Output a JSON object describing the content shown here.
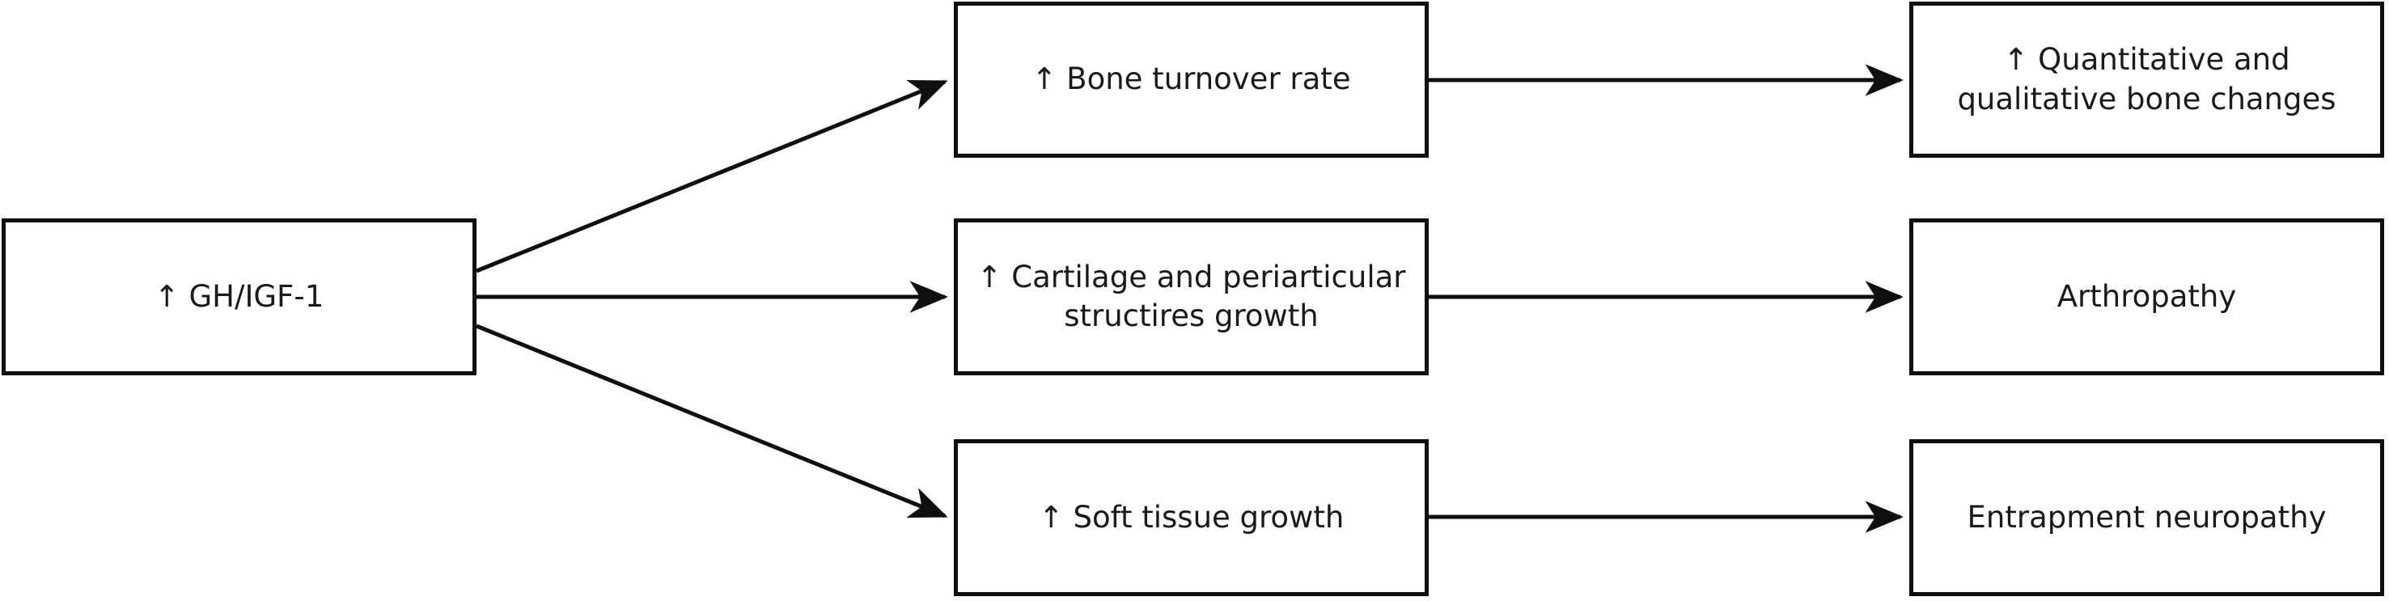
{
  "diagram": {
    "background_color": "#ffffff",
    "line_color": "#0f0f0f",
    "text_color": "#1a1a1a",
    "nodes": {
      "source": {
        "id": "gh-igf1",
        "lines": [
          "↑ GH/IGF-1"
        ]
      },
      "mid_top": {
        "id": "bone-turnover-rate",
        "lines": [
          "↑ Bone turnover rate"
        ]
      },
      "mid_center": {
        "id": "cartilage-periarticular-growth",
        "lines": [
          "↑ Cartilage and periarticular",
          "structires growth"
        ]
      },
      "mid_bottom": {
        "id": "soft-tissue-growth",
        "lines": [
          "↑ Soft tissue growth"
        ]
      },
      "right_top": {
        "id": "quantitative-qualitative-bone-changes",
        "lines": [
          "↑ Quantitative and",
          "qualitative bone changes"
        ]
      },
      "right_center": {
        "id": "arthropathy",
        "lines": [
          "Arthropathy"
        ]
      },
      "right_bottom": {
        "id": "entrapment-neuropathy",
        "lines": [
          "Entrapment neuropathy"
        ]
      }
    },
    "edges": [
      {
        "from": "gh-igf1",
        "to": "bone-turnover-rate"
      },
      {
        "from": "gh-igf1",
        "to": "cartilage-periarticular-growth"
      },
      {
        "from": "gh-igf1",
        "to": "soft-tissue-growth"
      },
      {
        "from": "bone-turnover-rate",
        "to": "quantitative-qualitative-bone-changes"
      },
      {
        "from": "cartilage-periarticular-growth",
        "to": "arthropathy"
      },
      {
        "from": "soft-tissue-growth",
        "to": "entrapment-neuropathy"
      }
    ]
  }
}
